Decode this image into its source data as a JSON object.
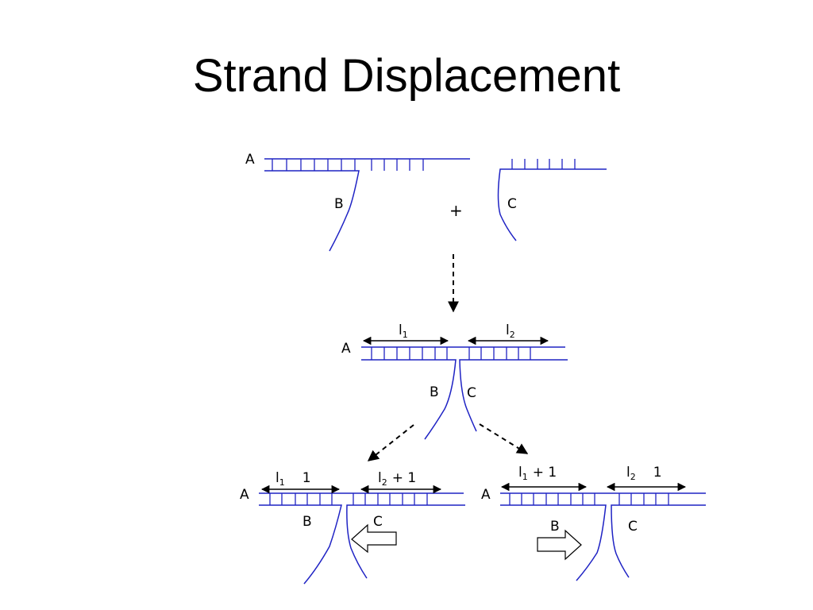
{
  "slide": {
    "title": "Strand Displacement"
  },
  "colors": {
    "strand": "#1f23c4",
    "annotation": "#000000",
    "background": "#ffffff"
  },
  "panel_initial": {
    "label_a": "A",
    "label_b": "B",
    "label_c": "C",
    "plus": "+"
  },
  "panel_bound": {
    "label_a": "A",
    "label_b": "B",
    "label_c": "C",
    "span_left": "l",
    "span_left_sub": "1",
    "span_right": "l",
    "span_right_sub": "2"
  },
  "panel_left": {
    "label_a": "A",
    "label_b": "B",
    "label_c": "C",
    "span_left": "l",
    "span_left_sub": "1",
    "span_left_suffix": "1",
    "span_right": "l",
    "span_right_sub": "2",
    "span_right_suffix": "+ 1",
    "arrow_icon": "hollow-arrow-left-icon"
  },
  "panel_right": {
    "label_a": "A",
    "label_b": "B",
    "label_c": "C",
    "span_left": "l",
    "span_left_sub": "1",
    "span_left_suffix": "+ 1",
    "span_right": "l",
    "span_right_sub": "2",
    "span_right_suffix": "1",
    "arrow_icon": "hollow-arrow-right-icon"
  }
}
